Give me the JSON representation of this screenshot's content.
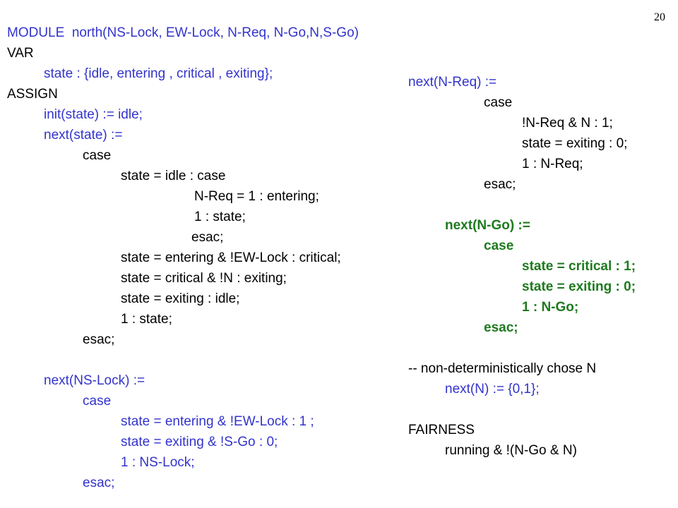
{
  "page_number": "20",
  "left_code": [
    {
      "text": "MODULE  north(NS-Lock, EW-Lock, N-Req, N-Go,N,S-Go)",
      "indent": 0,
      "color": "blue"
    },
    {
      "text": "VAR",
      "indent": 0,
      "color": "black"
    },
    {
      "text": "state : {idle, entering , critical , exiting};",
      "indent": 1,
      "color": "blue"
    },
    {
      "text": "ASSIGN",
      "indent": 0,
      "color": "black"
    },
    {
      "text": "init(state) := idle;",
      "indent": 1,
      "color": "blue"
    },
    {
      "text": "next(state) :=",
      "indent": 1,
      "color": "blue"
    },
    {
      "text": "case",
      "indent": 2,
      "color": "black"
    },
    {
      "text": "state = idle : case",
      "indent": 3,
      "color": "black"
    },
    {
      "text": "N-Req = 1 : entering;",
      "indent": 4,
      "color": "black"
    },
    {
      "text": "1 : state;",
      "indent": 4,
      "color": "black"
    },
    {
      "text": "esac;",
      "indent": 5,
      "color": "black"
    },
    {
      "text": "state = entering & !EW-Lock : critical;",
      "indent": 3,
      "color": "black"
    },
    {
      "text": "state = critical & !N : exiting;",
      "indent": 3,
      "color": "black"
    },
    {
      "text": "state = exiting : idle;",
      "indent": 3,
      "color": "black"
    },
    {
      "text": "1 : state;",
      "indent": 3,
      "color": "black"
    },
    {
      "text": "esac;",
      "indent": 2,
      "color": "black"
    },
    {
      "text": "",
      "indent": 0,
      "color": "black"
    },
    {
      "text": "next(NS-Lock) :=",
      "indent": 1,
      "color": "blue"
    },
    {
      "text": "case",
      "indent": 2,
      "color": "blue"
    },
    {
      "text": "state = entering & !EW-Lock : 1 ;",
      "indent": 3,
      "color": "blue"
    },
    {
      "text": "state = exiting & !S-Go : 0;",
      "indent": 3,
      "color": "blue"
    },
    {
      "text": "1 : NS-Lock;",
      "indent": 3,
      "color": "blue"
    },
    {
      "text": "esac;",
      "indent": 2,
      "color": "blue"
    }
  ],
  "right_code": [
    {
      "text": "next(N-Req) :=",
      "indent": 0,
      "color": "blue"
    },
    {
      "text": "case",
      "indent": 2,
      "color": "black"
    },
    {
      "text": "!N-Req & N : 1;",
      "indent": 3,
      "color": "black"
    },
    {
      "text": "state = exiting : 0;",
      "indent": 3,
      "color": "black"
    },
    {
      "text": "1 : N-Req;",
      "indent": 3,
      "color": "black"
    },
    {
      "text": "esac;",
      "indent": 2,
      "color": "black"
    },
    {
      "text": "",
      "indent": 0,
      "color": "black"
    },
    {
      "text": "next(N-Go) :=",
      "indent": 1,
      "color": "green"
    },
    {
      "text": "case",
      "indent": 2,
      "color": "green"
    },
    {
      "text": "state = critical : 1;",
      "indent": 3,
      "color": "green"
    },
    {
      "text": "state = exiting : 0;",
      "indent": 3,
      "color": "green"
    },
    {
      "text": "1 : N-Go;",
      "indent": 3,
      "color": "green"
    },
    {
      "text": "esac;",
      "indent": 2,
      "color": "green"
    },
    {
      "text": "",
      "indent": 0,
      "color": "black"
    },
    {
      "text": "-- non-deterministically chose N",
      "indent": 0,
      "color": "black"
    },
    {
      "text": "next(N) := {0,1};",
      "indent": 1,
      "color": "blue"
    },
    {
      "text": "",
      "indent": 0,
      "color": "black"
    },
    {
      "text": "FAIRNESS",
      "indent": 0,
      "color": "black"
    },
    {
      "text": "running & !(N-Go & N)",
      "indent": 1,
      "color": "black"
    }
  ]
}
